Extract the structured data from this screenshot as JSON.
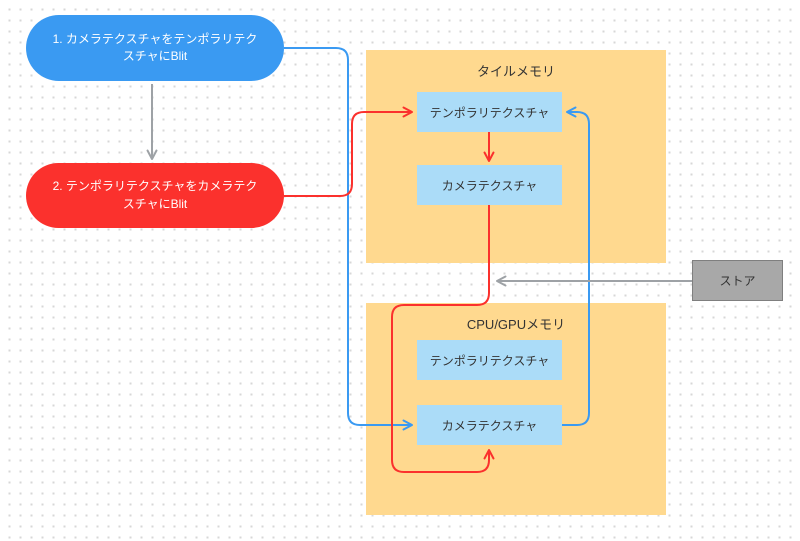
{
  "steps": [
    {
      "label": "1.  カメラテクスチャをテンポラリテクスチャにBlit"
    },
    {
      "label": "2. テンポラリテクスチャをカメラテクスチャにBlit"
    }
  ],
  "regions": [
    {
      "title": "タイルメモリ",
      "boxes": [
        {
          "label": "テンポラリテクスチャ"
        },
        {
          "label": "カメラテクスチャ"
        }
      ]
    },
    {
      "title": "CPU/GPUメモリ",
      "boxes": [
        {
          "label": "テンポラリテクスチャ"
        },
        {
          "label": "カメラテクスチャ"
        }
      ]
    }
  ],
  "store": {
    "label": "ストア"
  },
  "colors": {
    "step1_blue": "#3A9AF2",
    "step2_red": "#FB312D",
    "memory_region_fill": "#FFD98F",
    "texture_box_fill": "#ABDCF8",
    "store_fill": "#A8A8A8",
    "store_border": "#7F7F7F",
    "arrow_gray": "#9EA2A6",
    "text_dark": "#333333",
    "text_light": "#FFFFFF"
  }
}
